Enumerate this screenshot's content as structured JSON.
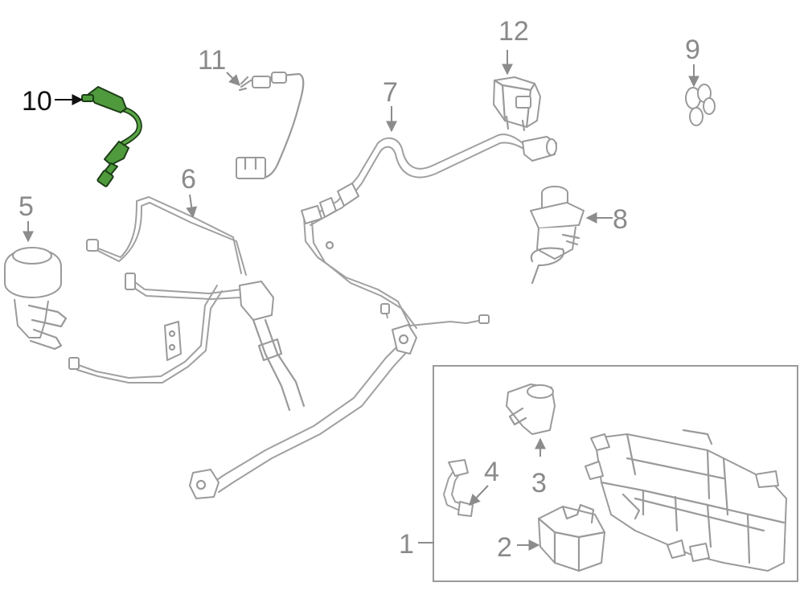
{
  "callouts": {
    "c1": "1",
    "c2": "2",
    "c3": "3",
    "c4": "4",
    "c5": "5",
    "c6": "6",
    "c7": "7",
    "c8": "8",
    "c9": "9",
    "c10": "10",
    "c11": "11",
    "c12": "12"
  },
  "colors": {
    "highlight_part": "#4f9a3c",
    "highlight_outline": "#1d3d18",
    "line_art": "#9a9a9a",
    "background": "#ffffff"
  },
  "highlighted_callout": "10"
}
